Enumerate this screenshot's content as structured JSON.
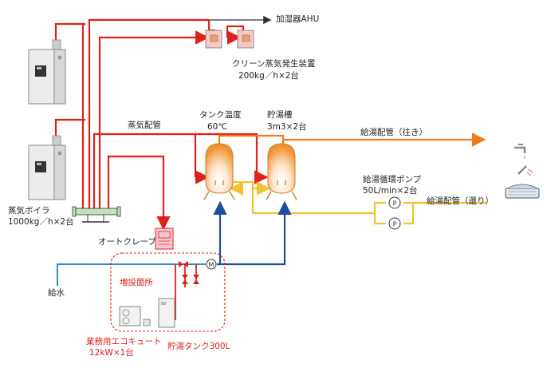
{
  "labels": {
    "humidifier_ahu": "加湿器AHU",
    "clean_steam_line1": "クリーン蒸気発生装置",
    "clean_steam_line2": "200kg／h×2台",
    "steam_piping": "蒸気配管",
    "tank_temp_line1": "タンク温度",
    "tank_temp_line2": "60℃",
    "storage_tank_line1": "貯湯槽",
    "storage_tank_line2": "3m3×2台",
    "supply_pipe_out": "給湯配管（往き）",
    "circulation_pump_line1": "給湯循環ポンプ",
    "circulation_pump_line2": "50L/min×2台",
    "supply_pipe_return": "給湯配管（還り）",
    "steam_boiler_line1": "蒸気ボイラ",
    "steam_boiler_line2": "1000kg／h×2台",
    "autoclave": "オートクレーブ",
    "water_supply": "給水",
    "added_section": "増設箇所",
    "ecocute_line1": "業務用エコキュート",
    "ecocute_line2": "12kW×1台",
    "small_tank": "貯湯タンク300L",
    "pump_symbol": "P",
    "motor_symbol": "M"
  },
  "colors": {
    "steam": "#e0201c",
    "hot_out": "#ee7d1a",
    "hot_return": "#f2c230",
    "cold_water": "#2f8fc0",
    "tank_feed": "#1c4f9c",
    "added_box": "#e0201c"
  },
  "icons": [
    "steam-boiler-icon",
    "clean-steam-generator-icon",
    "storage-tank-icon",
    "circulation-pump-icon",
    "autoclave-icon",
    "ecocute-icon",
    "faucet-icon",
    "shower-icon",
    "bath-icon"
  ]
}
